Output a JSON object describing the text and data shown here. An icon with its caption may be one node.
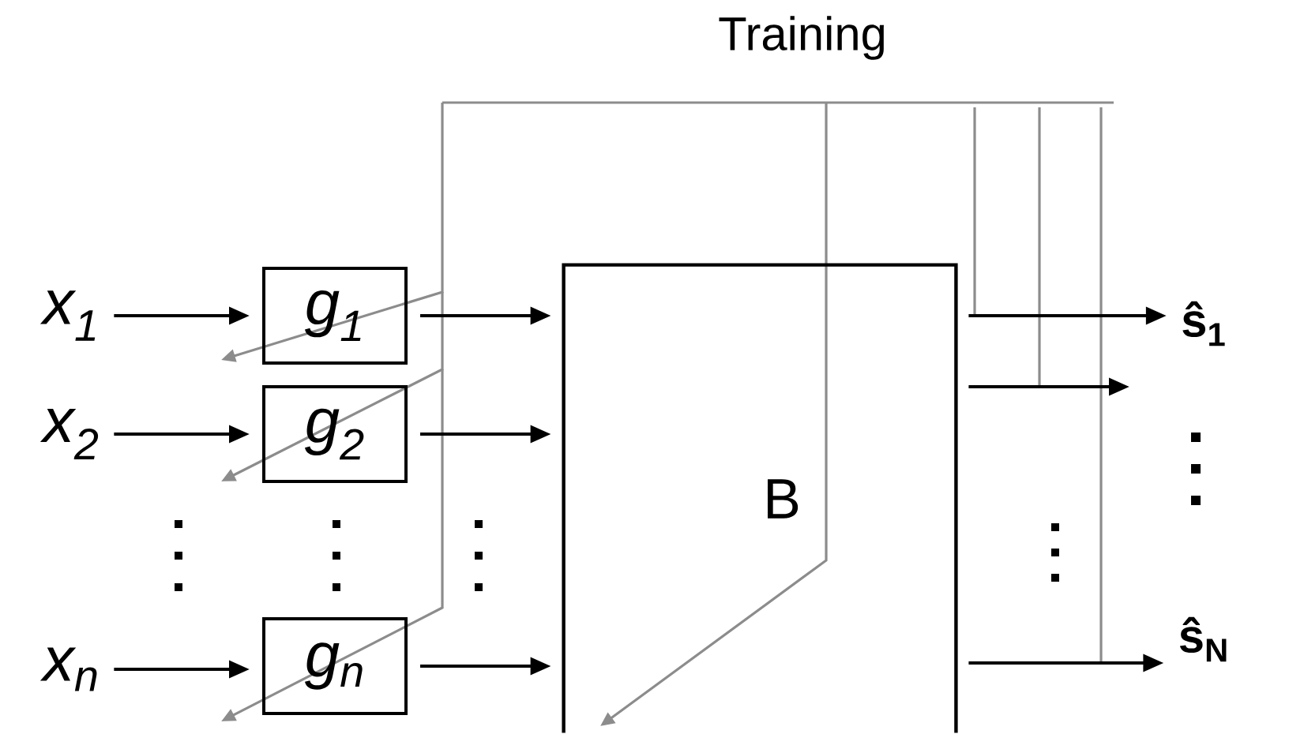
{
  "diagram": {
    "nodes": [
      {
        "text": [
          "x$_{1}$"
        ]
      },
      {
        "text": [
          "x$_{2}$"
        ]
      },
      {
        "text": [
          "x$_{n}$"
        ]
      },
      {
        "text": [
          "g$_{1}$"
        ]
      },
      {
        "text": [
          "g$_{2}$"
        ]
      },
      {
        "text": [
          "g$_{n}$"
        ]
      },
      {
        "text": [
          "B"
        ]
      },
      {
        "text": [
          "ŝ$_{1}$"
        ]
      },
      {
        "text": [
          "ŝ$_{N}$"
        ]
      }
    ],
    "edges": [
      {
        "from": 0,
        "to": 3,
        "arrow": "to"
      },
      {
        "from": 1,
        "to": 4,
        "arrow": "to"
      },
      {
        "from": 2,
        "to": 5,
        "arrow": "to"
      },
      {
        "from": 3,
        "to": 6,
        "arrow": "to"
      },
      {
        "from": 4,
        "to": 6,
        "arrow": "to"
      },
      {
        "from": 5,
        "to": 6,
        "arrow": "to"
      },
      {
        "from": 6,
        "to": 7,
        "arrow": "to"
      },
      {
        "from": 6,
        "to": null,
        "arrow": "to"
      },
      {
        "from": 6,
        "to": 8,
        "arrow": "to"
      }
    ],
    "labels": [
      "Training"
    ]
  }
}
